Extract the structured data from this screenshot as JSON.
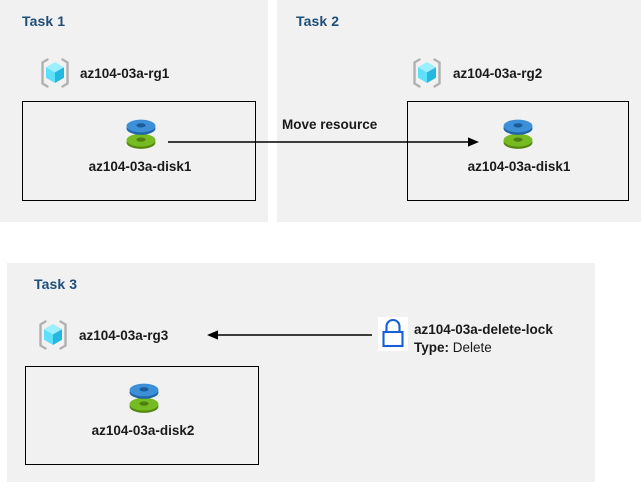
{
  "diagram": {
    "title_color": "#1f4e79",
    "panel_bg": "#f1f1f1",
    "page_bg": "#ffffff",
    "accent_blue": "#0f6cbd",
    "disk_top_color": "#3d8fd8",
    "disk_bottom_color": "#6fae2f",
    "cube_color": "#4fd9f2",
    "lock_color": "#1560d8"
  },
  "panels": [
    {
      "id": "task1",
      "title": "Task 1",
      "resource_group": {
        "icon": "resource-group-icon",
        "label": "az104-03a-rg1"
      },
      "resource": {
        "icon": "disk-icon",
        "label": "az104-03a-disk1"
      }
    },
    {
      "id": "task2",
      "title": "Task 2",
      "resource_group": {
        "icon": "resource-group-icon",
        "label": "az104-03a-rg2"
      },
      "resource": {
        "icon": "disk-icon",
        "label": "az104-03a-disk1"
      }
    },
    {
      "id": "task3",
      "title": "Task 3",
      "resource_group": {
        "icon": "resource-group-icon",
        "label": "az104-03a-rg3"
      },
      "resource": {
        "icon": "disk-icon",
        "label": "az104-03a-disk2"
      }
    }
  ],
  "connectors": [
    {
      "id": "move-resource",
      "label": "Move resource",
      "direction": "right",
      "from": "task1-disk1",
      "to": "task2-disk1"
    },
    {
      "id": "delete-lock-connector",
      "label": "",
      "direction": "left",
      "from": "delete-lock",
      "to": "task3-rg3"
    }
  ],
  "lock": {
    "icon": "lock-icon",
    "name": "az104-03a-delete-lock",
    "type_label": "Type:",
    "type_value": "Delete"
  }
}
